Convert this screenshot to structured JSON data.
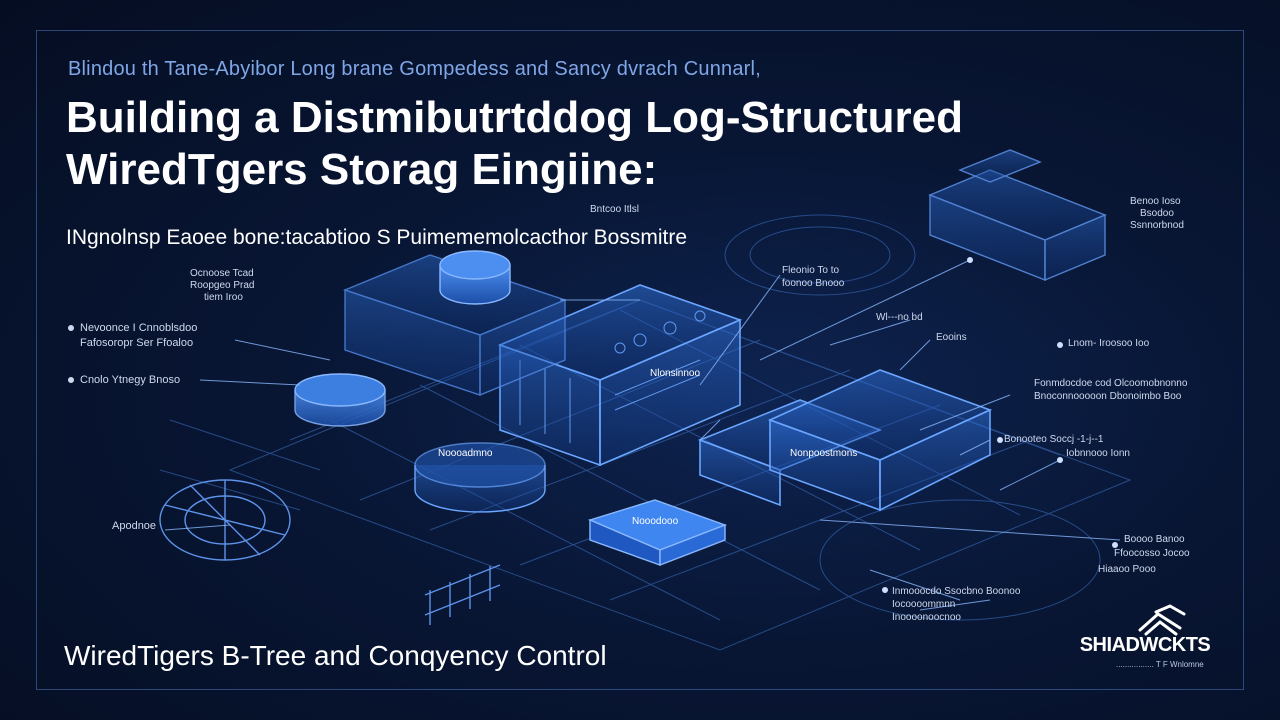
{
  "overline": "Blindou th Tane-Abyibor Long brane Gompedess and Sancy dvrach Cunnarl,",
  "title": {
    "line1": "Building a Distmibutrtddog Log-Structured",
    "line2": "WiredTgers Storag Eingiine:"
  },
  "subtitle": "INgnolnsp Eaoee bone:tacabtioo S Puimememolcacthor Bossmitre",
  "footer_title": "WiredTigers B-Tree and Conqyency Control",
  "logo": {
    "wordmark": "SHIADWCKTS",
    "tagline": "................. T F Wnlomne"
  },
  "diagram_labels": {
    "left_top": [
      "Ocnoose Tcad",
      "Roopgeo Prad",
      "tiem Iroo"
    ],
    "left_bullet_1": [
      "Nevoonce I Cnnoblsdoo",
      "Fafosoropr Ser Ffoaloo"
    ],
    "left_bullet_2": "Cnolo Ytnegy Bnoso",
    "left_bottom": "Apodnoe",
    "center_top": "Bntcoo Itlsl",
    "center_right_1": [
      "Fleonio To to",
      "foonoo Bnooo"
    ],
    "right_top": [
      "Benoo Ioso",
      "Bsodoo",
      "Ssnnorbnod"
    ],
    "right_mid_1": "Wl---no bd",
    "right_mid_2": "Eooins",
    "right_mid_3": "Lnom- Iroosoo Ioo",
    "right_mid_4": [
      "Fonmdocdoe cod Olcoomobnonno",
      "Bnoconnooooon Dbonoimbo Boo"
    ],
    "right_mid_5": [
      "Bonooteo Soccj -1-j--1",
      "Iobnnooo Ionn"
    ],
    "right_low": [
      "Boooo Banoo",
      "Ffoocosso Jocoo",
      "Hiaaoo Pooo"
    ],
    "bottom_right": [
      "Inmooocdo Ssocbno Boonoo",
      "Iocoooommnn",
      "Inoooonoocnoo"
    ],
    "box_center": "Nlonsinnoo",
    "box_lower": "Noooadmno",
    "box_bottom": "Nooodooo",
    "box_right": "Nonpoostmons"
  }
}
